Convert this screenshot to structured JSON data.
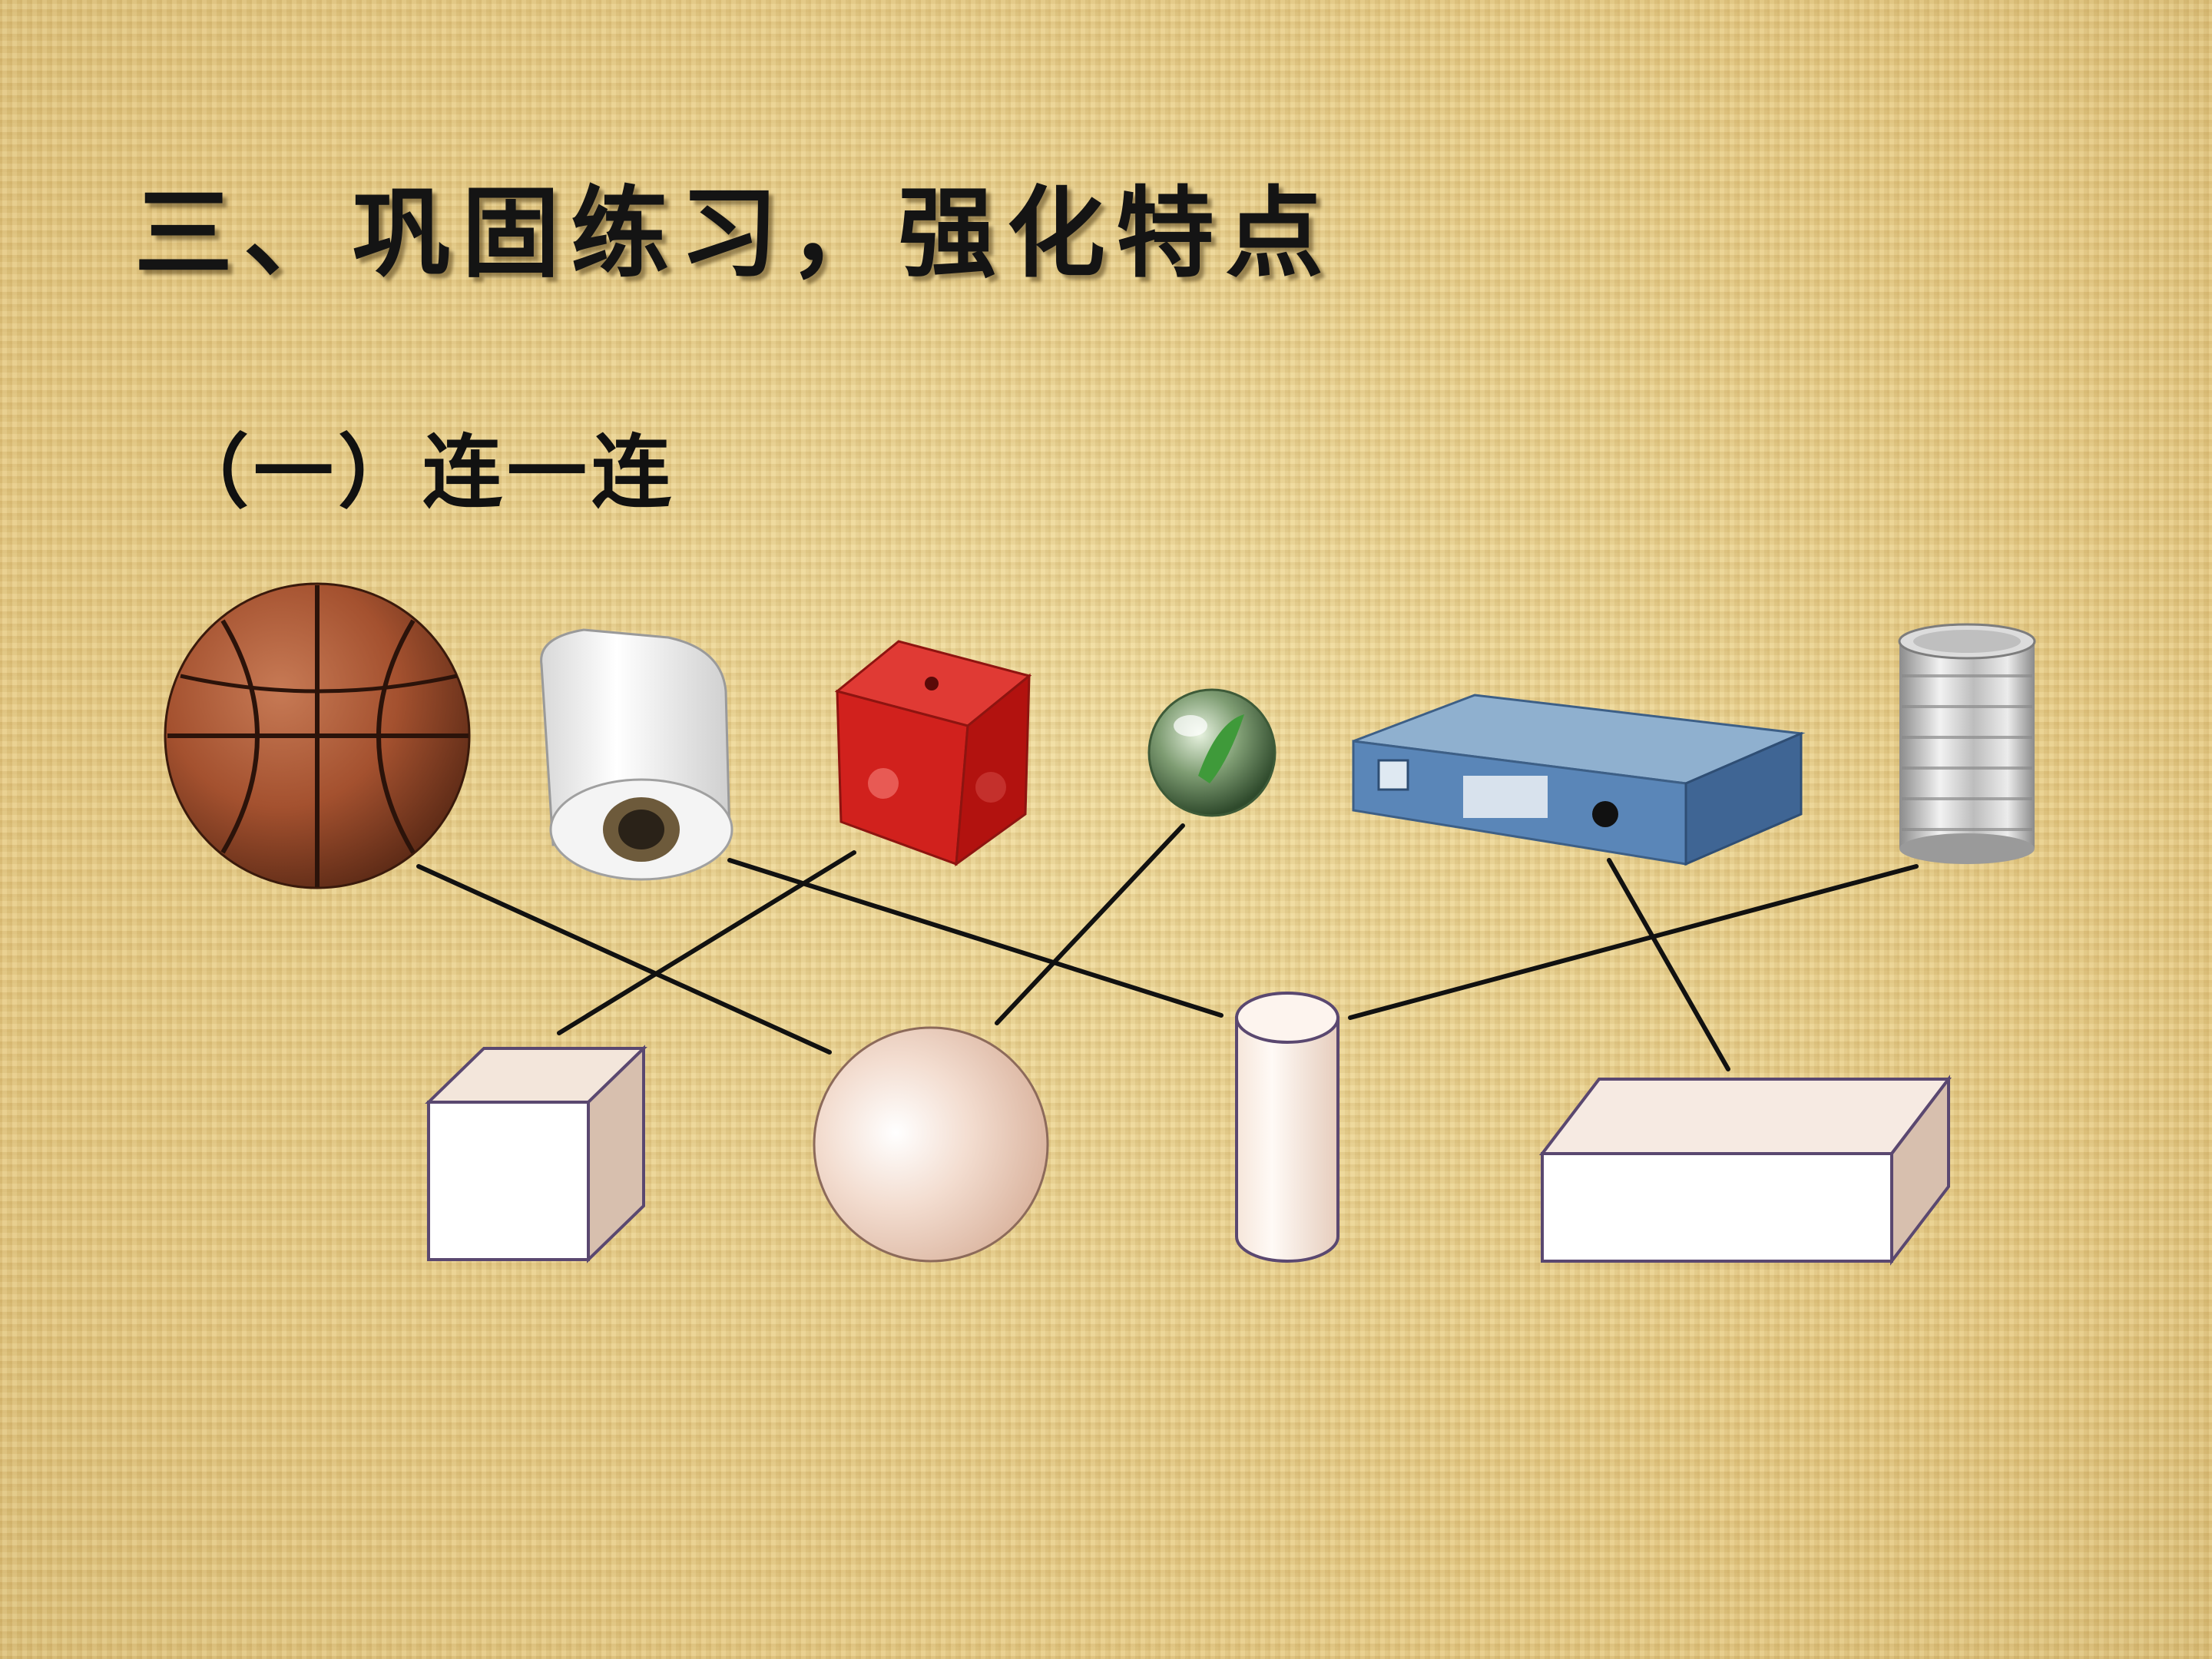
{
  "slide": {
    "title": "三、巩固练习，强化特点",
    "subtitle": "（一）连一连"
  },
  "objects": [
    "basketball-icon",
    "paper-roll-icon",
    "red-cube-icon",
    "marble-icon",
    "binder-box-icon",
    "tin-can-icon"
  ],
  "shapes": [
    "cube-shape",
    "sphere-shape",
    "cylinder-shape",
    "cuboid-shape"
  ],
  "matches": [
    {
      "object": "basketball",
      "shape": "sphere"
    },
    {
      "object": "paper-roll",
      "shape": "cylinder"
    },
    {
      "object": "red-cube",
      "shape": "cube"
    },
    {
      "object": "marble",
      "shape": "sphere"
    },
    {
      "object": "binder-box",
      "shape": "cuboid"
    },
    {
      "object": "tin-can",
      "shape": "cylinder"
    }
  ]
}
